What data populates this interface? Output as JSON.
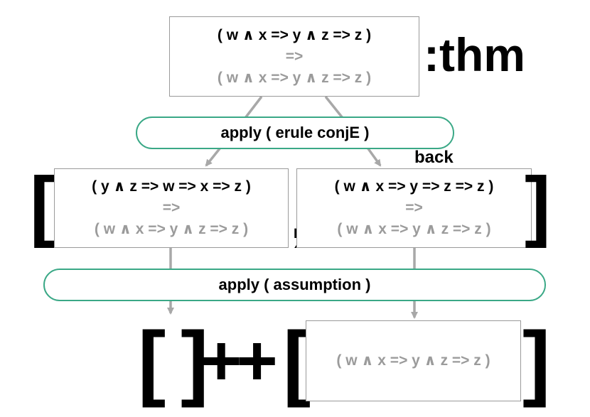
{
  "thm_label": ":thm",
  "back_label": "back",
  "root_goal": {
    "premise": "( w ∧ x => y ∧ z => z )",
    "arrow": "=>",
    "conclusion": "( w ∧ x => y ∧ z => z )"
  },
  "step1": "apply ( erule conjE )",
  "subgoal_left": {
    "premise": "( y ∧ z => w => x => z )",
    "arrow": "=>",
    "conclusion": "( w ∧ x => y ∧ z => z )"
  },
  "subgoal_right": {
    "premise": "( w ∧ x => y => z => z )",
    "arrow": "=>",
    "conclusion": "( w ∧ x => y ∧ z => z )"
  },
  "list_open": "[",
  "list_sep": ",",
  "list_close": "]",
  "step2": "apply ( assumption )",
  "result": {
    "empty_list": "[ ]",
    "concat": "++",
    "open": "[",
    "close": "]",
    "goal": "( w ∧ x => y ∧ z => z )"
  },
  "colors": {
    "pill_border": "#3aa886",
    "arrow": "#a8a8a8",
    "box_border": "#9a9a9a",
    "faded_text": "#9b9b9b"
  }
}
